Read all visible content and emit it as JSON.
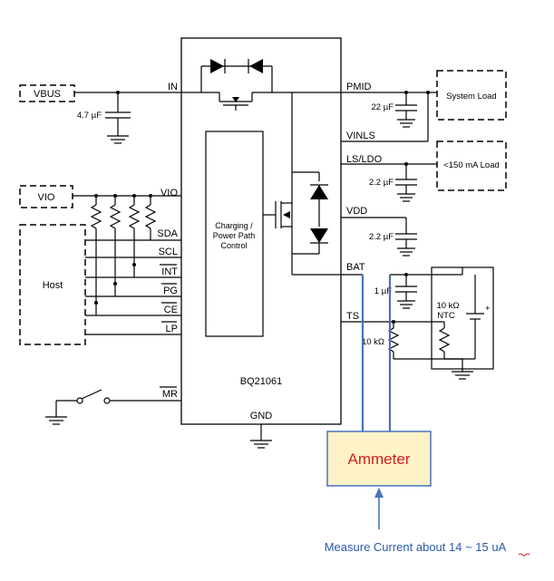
{
  "ic": {
    "part_number": "BQ21061",
    "control_block": [
      "Charging /",
      "Power Path",
      "Control"
    ],
    "pins_left": {
      "in": "IN",
      "vio": "VIO",
      "sda": "SDA",
      "scl": "SCL",
      "int": "INT",
      "pg": "PG",
      "ce": "CE",
      "lp": "LP",
      "mr": "MR"
    },
    "pins_right": {
      "pmid": "PMID",
      "vinls": "VINLS",
      "ls_ldo": "LS/LDO",
      "vdd": "VDD",
      "bat": "BAT",
      "ts": "TS"
    },
    "pin_bottom": "GND"
  },
  "external": {
    "vbus": "VBUS",
    "vio": "VIO",
    "host": "Host",
    "system_load": "System Load",
    "ldo_load": "<150 mA Load"
  },
  "components": {
    "cap_in": "4.7 µF",
    "cap_pmid": "22 µF",
    "cap_ls": "2.2 µF",
    "cap_vdd": "2.2 µF",
    "cap_bat": "1 µF",
    "res_ts": "10 kΩ",
    "ntc_value": "10 kΩ",
    "ntc_label": "NTC",
    "battery_plus": "+"
  },
  "ammeter": {
    "label": "Ammeter",
    "fill": "#fdf2c8",
    "border": "#4a72b8",
    "text_color": "#d62020"
  },
  "annotation": {
    "text": "Measure Current about 14 ~ 15 uA",
    "color": "#2a5aa8"
  }
}
